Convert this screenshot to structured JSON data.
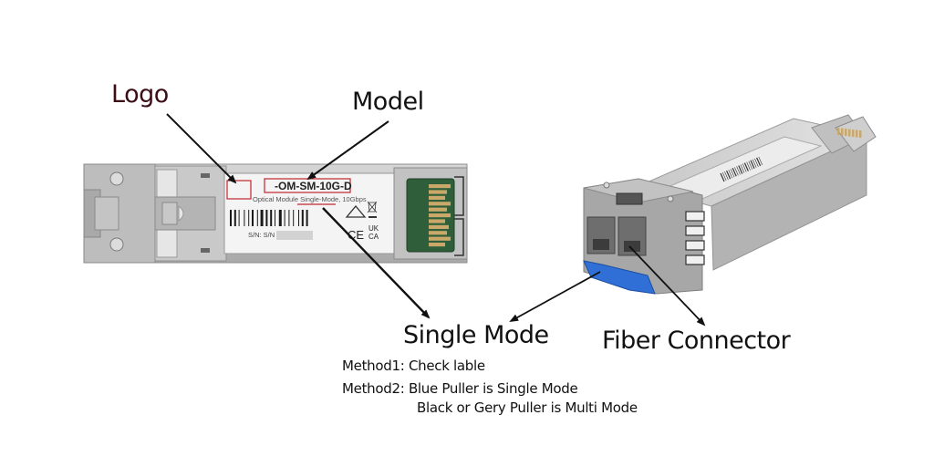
{
  "callouts": {
    "logo": "Logo",
    "model": "Model",
    "single_mode": "Single Mode",
    "fiber_connector": "Fiber Connector"
  },
  "methods": {
    "method1_prefix": "Method1:",
    "method1_text": "Check lable",
    "method2_prefix": "Method2:",
    "method2_line1": "Blue Puller is Single Mode",
    "method2_line2": "Black or Gery Puller is Multi Mode"
  },
  "module_label": {
    "model_number": "-OM-SM-10G-D",
    "description_prefix": "Optical Module ",
    "description_highlight": "Single-Mode",
    "description_suffix": ", 10Gbps",
    "serial": "S/N: S/N",
    "cert_marks": [
      "CE",
      "UK",
      "CA"
    ]
  },
  "colors": {
    "highlight_box": "#c0262e",
    "logo_label": "#3b0d14",
    "puller_blue": "#2f6fd6",
    "pcb_green": "#2f5f3a",
    "gold_contacts": "#c9a86a",
    "module_gray": "#b9b9b9"
  }
}
